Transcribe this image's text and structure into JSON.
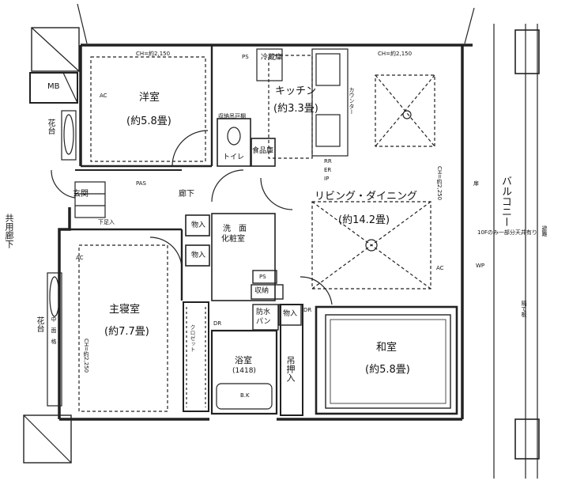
{
  "rooms": {
    "western_room": {
      "name": "洋室",
      "size": "(約5.8畳)"
    },
    "kitchen": {
      "name": "キッチン",
      "size": "(約3.3畳)"
    },
    "living_dining": {
      "name": "リビング・ダイニング",
      "size": "(約14.2畳)"
    },
    "master_bedroom": {
      "name": "主寝室",
      "size": "(約7.7畳)"
    },
    "japanese_room": {
      "name": "和室",
      "size": "(約5.8畳)"
    },
    "bathroom": {
      "name": "浴室",
      "size": "(1418)"
    }
  },
  "labels": {
    "mb": "MB",
    "ps_top": "PS",
    "ps_mid": "PS",
    "fridge": "冷蔵庫",
    "counter": "カウンター",
    "pantry": "食品庫",
    "toilet": "トイレ",
    "storage_upper": "収納吊戸棚",
    "entrance": "玄関",
    "corridor": "廊下",
    "shoe_storage": "下足入",
    "closet_1": "物入",
    "closet_2": "物入",
    "closet_3": "物入",
    "storage": "収納",
    "washroom_1": "洗　面",
    "washroom_2": "化粧室",
    "waterproof_pan_1": "防水",
    "waterproof_pan_2": "パン",
    "hanging_closet": "吊押入",
    "closet_vertical": "クロゼット",
    "balcony": "バルコニー",
    "balcony_note": "10Fのみ一部分天井有り",
    "shared_corridor": "共用廊下",
    "flower_bed_1": "花台",
    "flower_bed_2": "花台",
    "ch_top_left": "CH=約2,150",
    "ch_top_right": "CH=約2,150",
    "ch_left": "CH=約2,250",
    "ch_right": "CH=約2,250",
    "ac_1": "AC",
    "ac_2": "AC",
    "ac_3": "AC",
    "pas": "PAS",
    "rr_er_ip_1": "RR",
    "rr_er_ip_2": "ER",
    "rr_er_ip_3": "IP",
    "dr_1": "DR",
    "dr_2": "DR",
    "bk": "B.K",
    "wp": "WP",
    "emergency": "避難",
    "partition": "隔て板",
    "lattice": "中　面　格",
    "door_label": "扉"
  }
}
